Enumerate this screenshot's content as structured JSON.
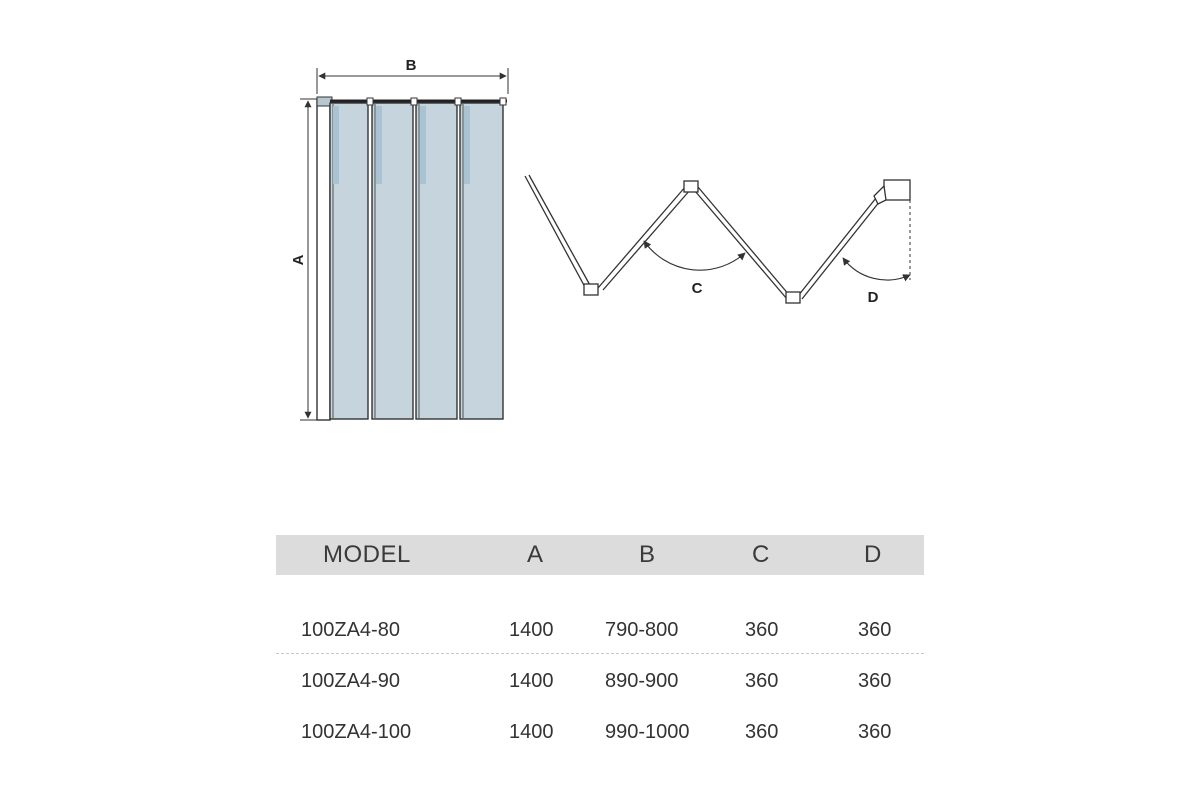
{
  "drawing": {
    "front_view": {
      "width_label": "B",
      "height_label": "A"
    },
    "top_view": {
      "angle_label_c": "C",
      "angle_label_d": "D"
    }
  },
  "table": {
    "headers": {
      "model": "MODEL",
      "a": "A",
      "b": "B",
      "c": "C",
      "d": "D"
    },
    "rows": [
      {
        "model": "100ZA4-80",
        "a": "1400",
        "b": "790-800",
        "c": "360",
        "d": "360"
      },
      {
        "model": "100ZA4-90",
        "a": "1400",
        "b": "890-900",
        "c": "360",
        "d": "360"
      },
      {
        "model": "100ZA4-100",
        "a": "1400",
        "b": "990-1000",
        "c": "360",
        "d": "360"
      }
    ]
  },
  "colors": {
    "glass": "#c5d4dd",
    "header_bg": "#dcdcdc",
    "line": "#333333"
  }
}
